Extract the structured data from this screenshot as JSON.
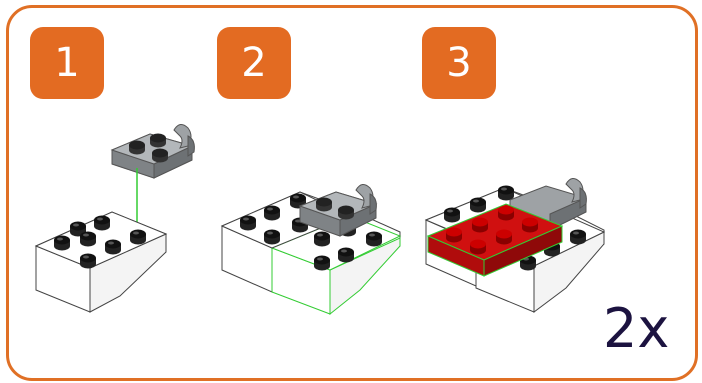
{
  "steps": [
    {
      "number": "1"
    },
    {
      "number": "2"
    },
    {
      "number": "3"
    }
  ],
  "quantity": "2x",
  "colors": {
    "frame": "#e07025",
    "badge": "#e36b22",
    "badge_text": "#ffffff",
    "quantity_text": "#1c1340",
    "gray_plate": "#9ea2a5",
    "red_plate": "#d01010",
    "white_brick": "#ffffff",
    "highlight_green": "#33cc33",
    "stud_dark": "#1a1a1a"
  },
  "icons": [
    "white-slope-brick",
    "gray-clip-plate",
    "red-2x3-plate",
    "down-arrow"
  ]
}
